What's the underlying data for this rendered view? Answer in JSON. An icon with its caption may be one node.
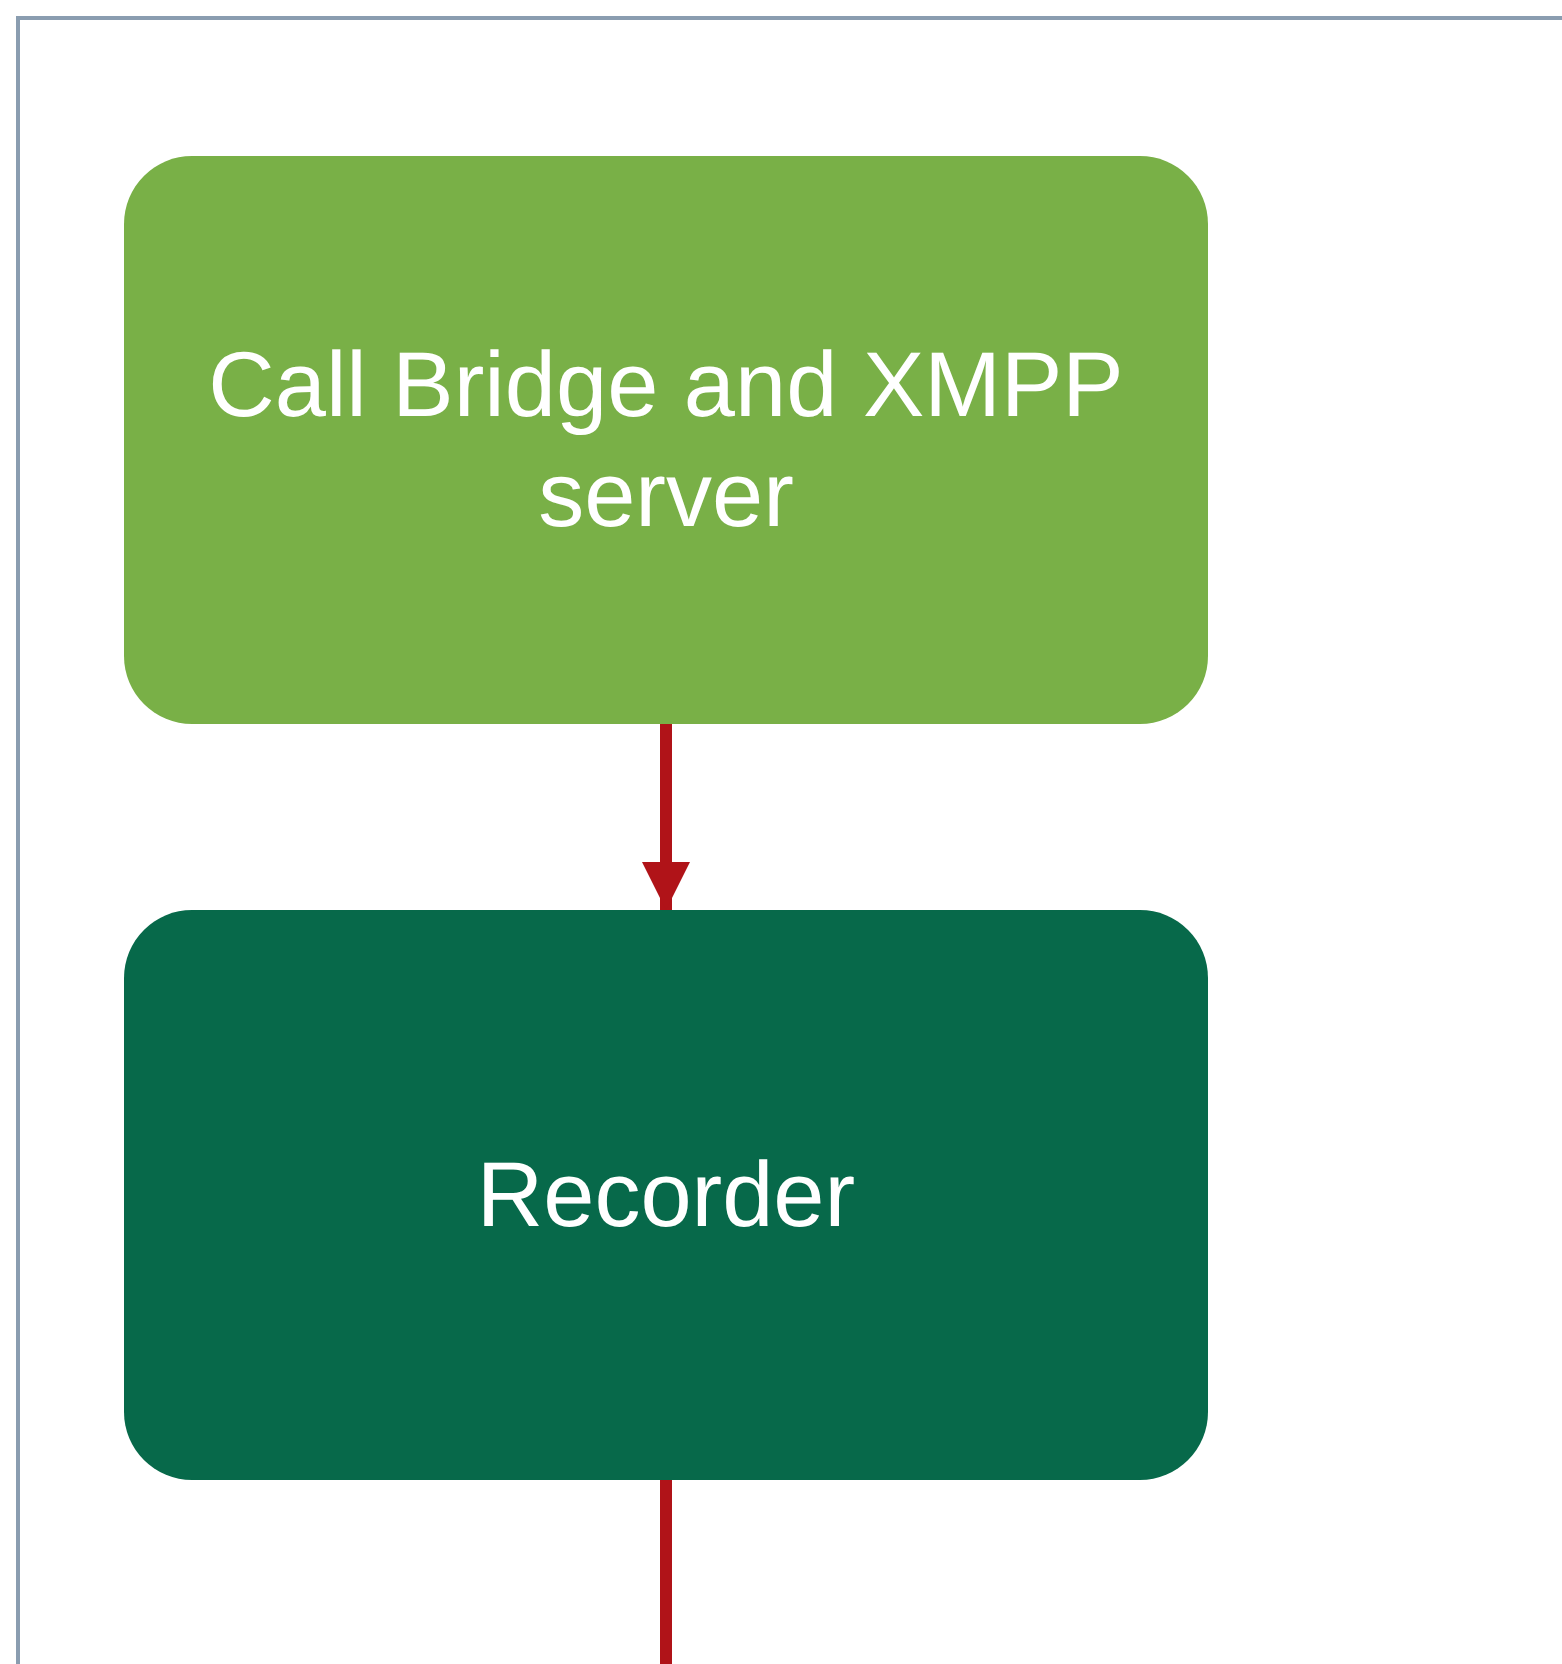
{
  "diagram": {
    "nodes": [
      {
        "text": [
          "Call Bridge and XMPP server"
        ]
      },
      {
        "text": [
          "Recorder"
        ]
      }
    ],
    "edges": [
      {
        "from": 0,
        "to": 1,
        "arrow": "to"
      },
      {
        "from": 1,
        "to": null,
        "arrow": "none"
      }
    ]
  }
}
